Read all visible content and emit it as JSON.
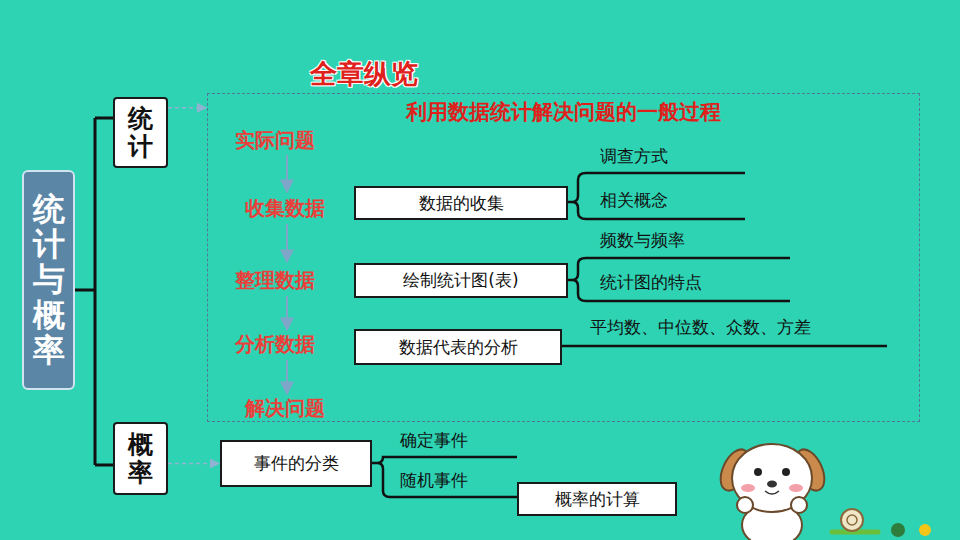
{
  "diagram": {
    "title": "全章纵览",
    "nodes": [
      {
        "text": [
          "统计与概率"
        ]
      },
      {
        "text": [
          "统计"
        ]
      },
      {
        "text": [
          "利用数据统计解决问题的一般过程"
        ]
      },
      {
        "text": [
          "数据的收集"
        ],
        "in": 2
      },
      {
        "text": [
          "绘制统计图(表)"
        ],
        "in": 2
      },
      {
        "text": [
          "数据代表的分析"
        ],
        "in": 2
      },
      {
        "text": [
          "概率"
        ]
      },
      {
        "text": [
          "事件的分类"
        ]
      },
      {
        "text": [
          "概率的计算"
        ]
      }
    ],
    "edges": [
      {
        "from": 1,
        "to": 2,
        "arrow": "to"
      },
      {
        "from": 6,
        "to": 7,
        "arrow": "to"
      }
    ],
    "labels": [
      "实际问题",
      "收集数据",
      "整理数据",
      "分析数据",
      "解决问题",
      "调查方式",
      "相关概念",
      "频数与频率",
      "统计图的特点",
      "平均数、中位数、众数、方差",
      "确定事件",
      "随机事件"
    ]
  }
}
